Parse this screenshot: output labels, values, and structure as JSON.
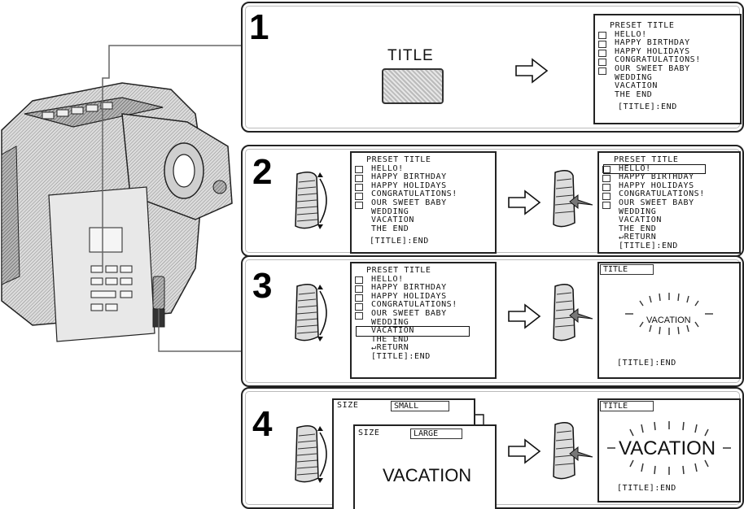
{
  "steps": [
    "1",
    "2",
    "3",
    "4"
  ],
  "title_button_label": "TITLE",
  "menu": {
    "header": "PRESET TITLE",
    "items": [
      "HELLO!",
      "HAPPY BIRTHDAY",
      "HAPPY HOLIDAYS",
      "CONGRATULATIONS!",
      "OUR SWEET BABY",
      "WEDDING",
      "VACATION",
      "THE END"
    ],
    "return_label": "RETURN",
    "footer": "[TITLE]:END"
  },
  "title_tag": "TITLE",
  "size_label": "SIZE",
  "size_small": "SMALL",
  "size_large": "LARGE",
  "vacation": "VACATION"
}
